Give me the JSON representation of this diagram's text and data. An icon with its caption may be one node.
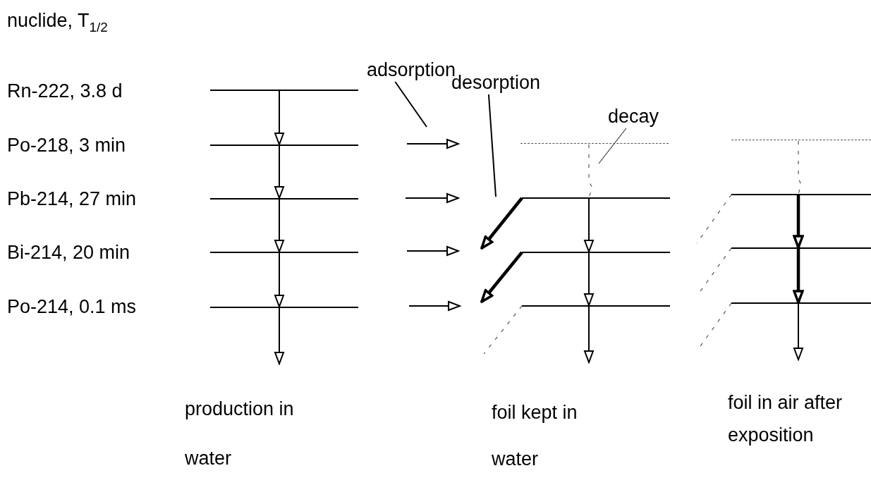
{
  "diagram": {
    "nodes": [
      {
        "text": [],
        "shape": "bar"
      },
      {
        "text": [],
        "shape": "bar"
      },
      {
        "text": [],
        "shape": "bar"
      },
      {
        "text": [],
        "shape": "bar"
      },
      {
        "text": [],
        "shape": "bar"
      },
      {
        "text": [
          "adsorption"
        ]
      },
      {
        "text": [
          "desorption"
        ]
      },
      {
        "text": [
          "decay"
        ]
      },
      {
        "text": [],
        "shape": "bar"
      },
      {
        "text": [],
        "shape": "bar"
      },
      {
        "text": [],
        "shape": "bar"
      },
      {
        "text": [],
        "shape": "bar"
      },
      {
        "text": [],
        "shape": "bar"
      },
      {
        "text": [],
        "shape": "bar"
      },
      {
        "text": [],
        "shape": "bar"
      },
      {
        "text": [],
        "shape": "bar"
      }
    ],
    "edges": [
      {
        "from": 0,
        "to": 1,
        "arrow": "to"
      },
      {
        "from": 1,
        "to": 2,
        "arrow": "to"
      },
      {
        "from": 2,
        "to": 3,
        "arrow": "to"
      },
      {
        "from": 3,
        "to": 4,
        "arrow": "to"
      },
      {
        "from": 4,
        "to": null,
        "arrow": "to"
      },
      {
        "from": 5,
        "to": null,
        "arrow": "none"
      },
      {
        "from": 6,
        "to": null,
        "arrow": "none"
      },
      {
        "from": 7,
        "to": null,
        "arrow": "none"
      },
      {
        "from": 8,
        "to": 9,
        "arrow": "none",
        "style": "dashed",
        "color": "#555555"
      },
      {
        "from": 9,
        "to": 10,
        "arrow": "to"
      },
      {
        "from": 10,
        "to": 11,
        "arrow": "to"
      },
      {
        "from": 11,
        "to": null,
        "arrow": "to"
      },
      {
        "from": 9,
        "to": null,
        "arrow": "to",
        "style": "thick"
      },
      {
        "from": 10,
        "to": null,
        "arrow": "to",
        "style": "thick"
      },
      {
        "from": 11,
        "to": null,
        "arrow": "none",
        "style": "dashed",
        "color": "#555555"
      },
      {
        "from": 12,
        "to": 13,
        "arrow": "none",
        "style": "dashed",
        "color": "#555555"
      },
      {
        "from": 13,
        "to": 14,
        "arrow": "to",
        "style": "thick"
      },
      {
        "from": 14,
        "to": 15,
        "arrow": "to",
        "style": "thick"
      },
      {
        "from": 15,
        "to": null,
        "arrow": "to"
      },
      {
        "from": 13,
        "to": null,
        "arrow": "none",
        "style": "dashed",
        "color": "#555555"
      },
      {
        "from": 14,
        "to": null,
        "arrow": "none",
        "style": "dashed",
        "color": "#555555"
      },
      {
        "from": 15,
        "to": null,
        "arrow": "none",
        "style": "dashed",
        "color": "#555555"
      }
    ],
    "labels": [
      "nuclide, T$_{1/2}$",
      "Rn-222, 3.8 d",
      "Po-218, 3 min",
      "Pb-214, 27 min",
      "Bi-214, 20 min",
      "Po-214, 0.1 ms",
      "production in water",
      "foil kept in water",
      "foil in air after exposition"
    ]
  }
}
